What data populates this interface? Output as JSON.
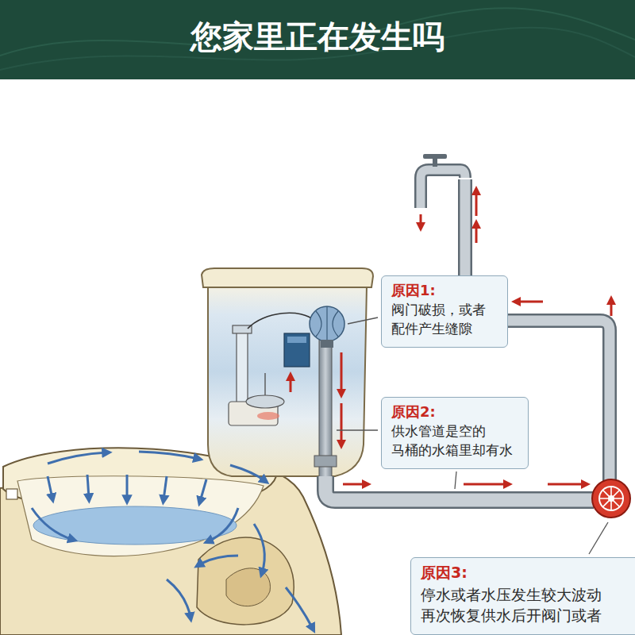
{
  "diagram": {
    "title": "您家里正在发生吗",
    "nodes": [
      {
        "text": [
          "原因1:",
          "阀门破损，或者 配件产生缝隙"
        ]
      },
      {
        "text": [
          "原因2:",
          "供水管道是空的 马桶的水箱里却有水"
        ]
      },
      {
        "text": [
          "原因3:",
          "停水或者水压发生较大波动 再次恢复供水后开阀门或者"
        ]
      }
    ]
  }
}
